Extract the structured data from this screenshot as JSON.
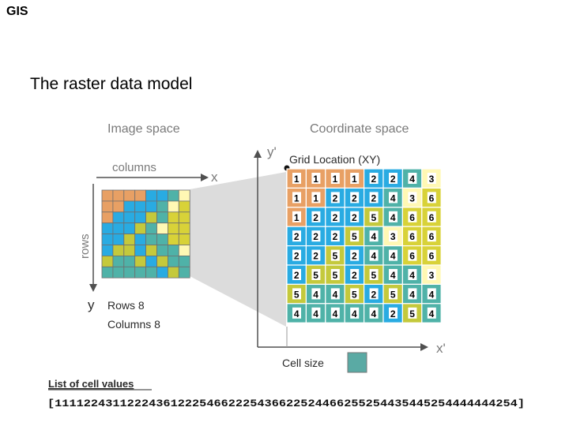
{
  "header": {
    "app_label": "GIS"
  },
  "slide": {
    "title": "The raster data model"
  },
  "diagram": {
    "image_space_label": "Image space",
    "coordinate_space_label": "Coordinate space",
    "columns_label": "columns",
    "rows_label": "rows",
    "x_label": "x",
    "y_label": "y",
    "y_prime_label": "y'",
    "x_prime_label": "x'",
    "grid_location_label": "Grid Location (XY)",
    "rows_count_label": "Rows 8",
    "columns_count_label": "Columns 8",
    "cell_size_label": "Cell size",
    "list_heading": "List of cell values",
    "list_values": "[1111224311222436122254662225436622524466255254435445254444444254]",
    "colors": {
      "1": "#e8a064",
      "2": "#29abe2",
      "3": "#fff8b4",
      "4": "#4fb2a8",
      "5": "#c4c93c",
      "6": "#d8d238",
      "cell_size_swatch": "#5aaaa4"
    },
    "grid_values": [
      [
        1,
        1,
        1,
        1,
        2,
        2,
        4,
        3
      ],
      [
        1,
        1,
        2,
        2,
        2,
        4,
        3,
        6
      ],
      [
        1,
        2,
        2,
        2,
        5,
        4,
        6,
        6
      ],
      [
        2,
        2,
        2,
        5,
        4,
        3,
        6,
        6
      ],
      [
        2,
        2,
        5,
        2,
        4,
        4,
        6,
        6
      ],
      [
        2,
        5,
        5,
        2,
        5,
        4,
        4,
        3
      ],
      [
        5,
        4,
        4,
        5,
        2,
        5,
        4,
        4
      ],
      [
        4,
        4,
        4,
        4,
        4,
        2,
        5,
        4
      ]
    ]
  }
}
